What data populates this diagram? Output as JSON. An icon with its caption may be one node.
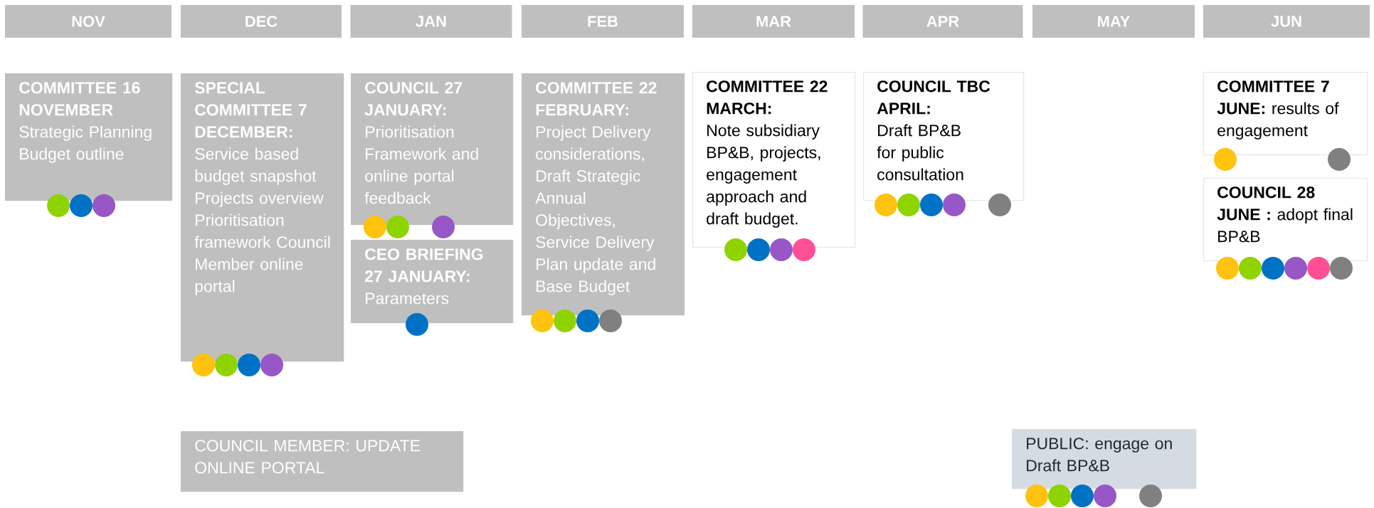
{
  "diagram": {
    "nodes": [
      {
        "text": [
          "NOV"
        ]
      },
      {
        "text": [
          "DEC"
        ]
      },
      {
        "text": [
          "JAN"
        ]
      },
      {
        "text": [
          "FEB"
        ]
      },
      {
        "text": [
          "MAR"
        ]
      },
      {
        "text": [
          "APR"
        ]
      },
      {
        "text": [
          "MAY"
        ]
      },
      {
        "text": [
          "JUN"
        ]
      },
      {
        "text": [
          "COMMITTEE 16 NOVEMBER",
          "Strategic Planning Budget outline"
        ]
      },
      {
        "text": [
          "SPECIAL COMMITTEE 7 DECEMBER:",
          "Service based budget snapshot Projects overview Prioritisation framework Council Member online portal"
        ]
      },
      {
        "text": [
          "COUNCIL 27 JANUARY:",
          "Prioritisation Framework and online portal feedback"
        ]
      },
      {
        "text": [
          "CEO BRIEFING 27 JANUARY:",
          "Parameters"
        ]
      },
      {
        "text": [
          "COMMITTEE 22 FEBRUARY:",
          "Project Delivery considerations, Draft Strategic Annual Objectives, Service Delivery Plan update and Base Budget"
        ]
      },
      {
        "text": [
          "COMMITTEE 22 MARCH:",
          "Note subsidiary BP&B, projects, engagement approach and draft budget."
        ]
      },
      {
        "text": [
          "COUNCIL TBC APRIL:",
          "Draft BP&B for public consultation"
        ]
      },
      {
        "text": [
          "**COMMITTEE 7 JUNE:** results of engagement"
        ]
      },
      {
        "text": [
          "**COUNCIL 28 JUNE :** adopt final BP&B"
        ]
      },
      {
        "text": [
          "COUNCIL MEMBER: UPDATE ONLINE PORTAL"
        ]
      },
      {
        "text": [
          "PUBLIC: engage on Draft BP&B"
        ]
      }
    ]
  }
}
